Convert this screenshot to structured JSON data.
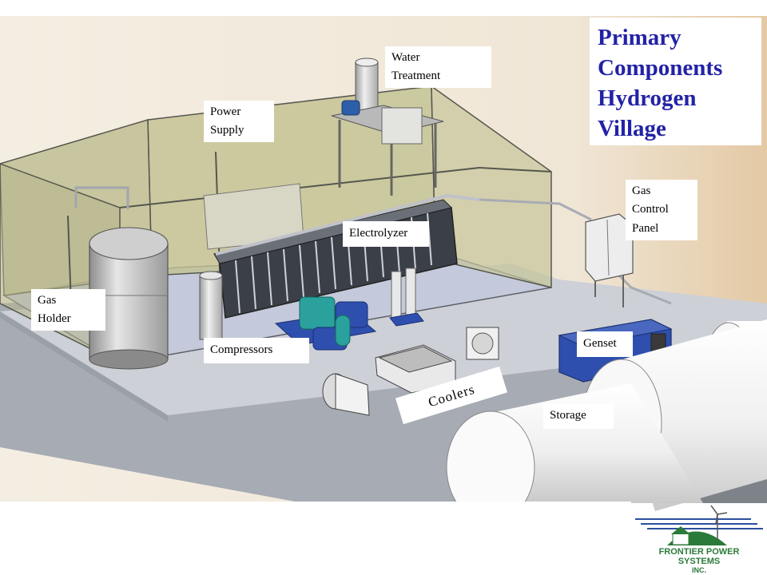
{
  "title": {
    "lines": [
      "Primary",
      "Components",
      "Hydrogen",
      "Village"
    ],
    "color": "#2222a6"
  },
  "labels": {
    "water_treatment": [
      "Water",
      "Treatment"
    ],
    "power_supply": [
      "Power",
      "Supply"
    ],
    "electrolyzer": "Electrolyzer",
    "gas_control_panel": [
      "Gas",
      "Control",
      "Panel"
    ],
    "gas_holder": [
      "Gas",
      "Holder"
    ],
    "compressors": "Compressors",
    "genset": "Genset",
    "coolers": "Coolers",
    "storage": "Storage"
  },
  "logo": {
    "company_lines": [
      "FRONTIER POWER",
      "SYSTEMS",
      "INC."
    ],
    "color": "#2b7a3a"
  },
  "colors": {
    "building_glass": "#b8b88e",
    "floor": "#c2cada",
    "slab": "#c8cad0",
    "ground": "#9ea3ab",
    "electrolyzer_blue": "#2e4fae",
    "teal_equipment": "#2aa19c",
    "storage_tank": "#f4f4f4"
  }
}
